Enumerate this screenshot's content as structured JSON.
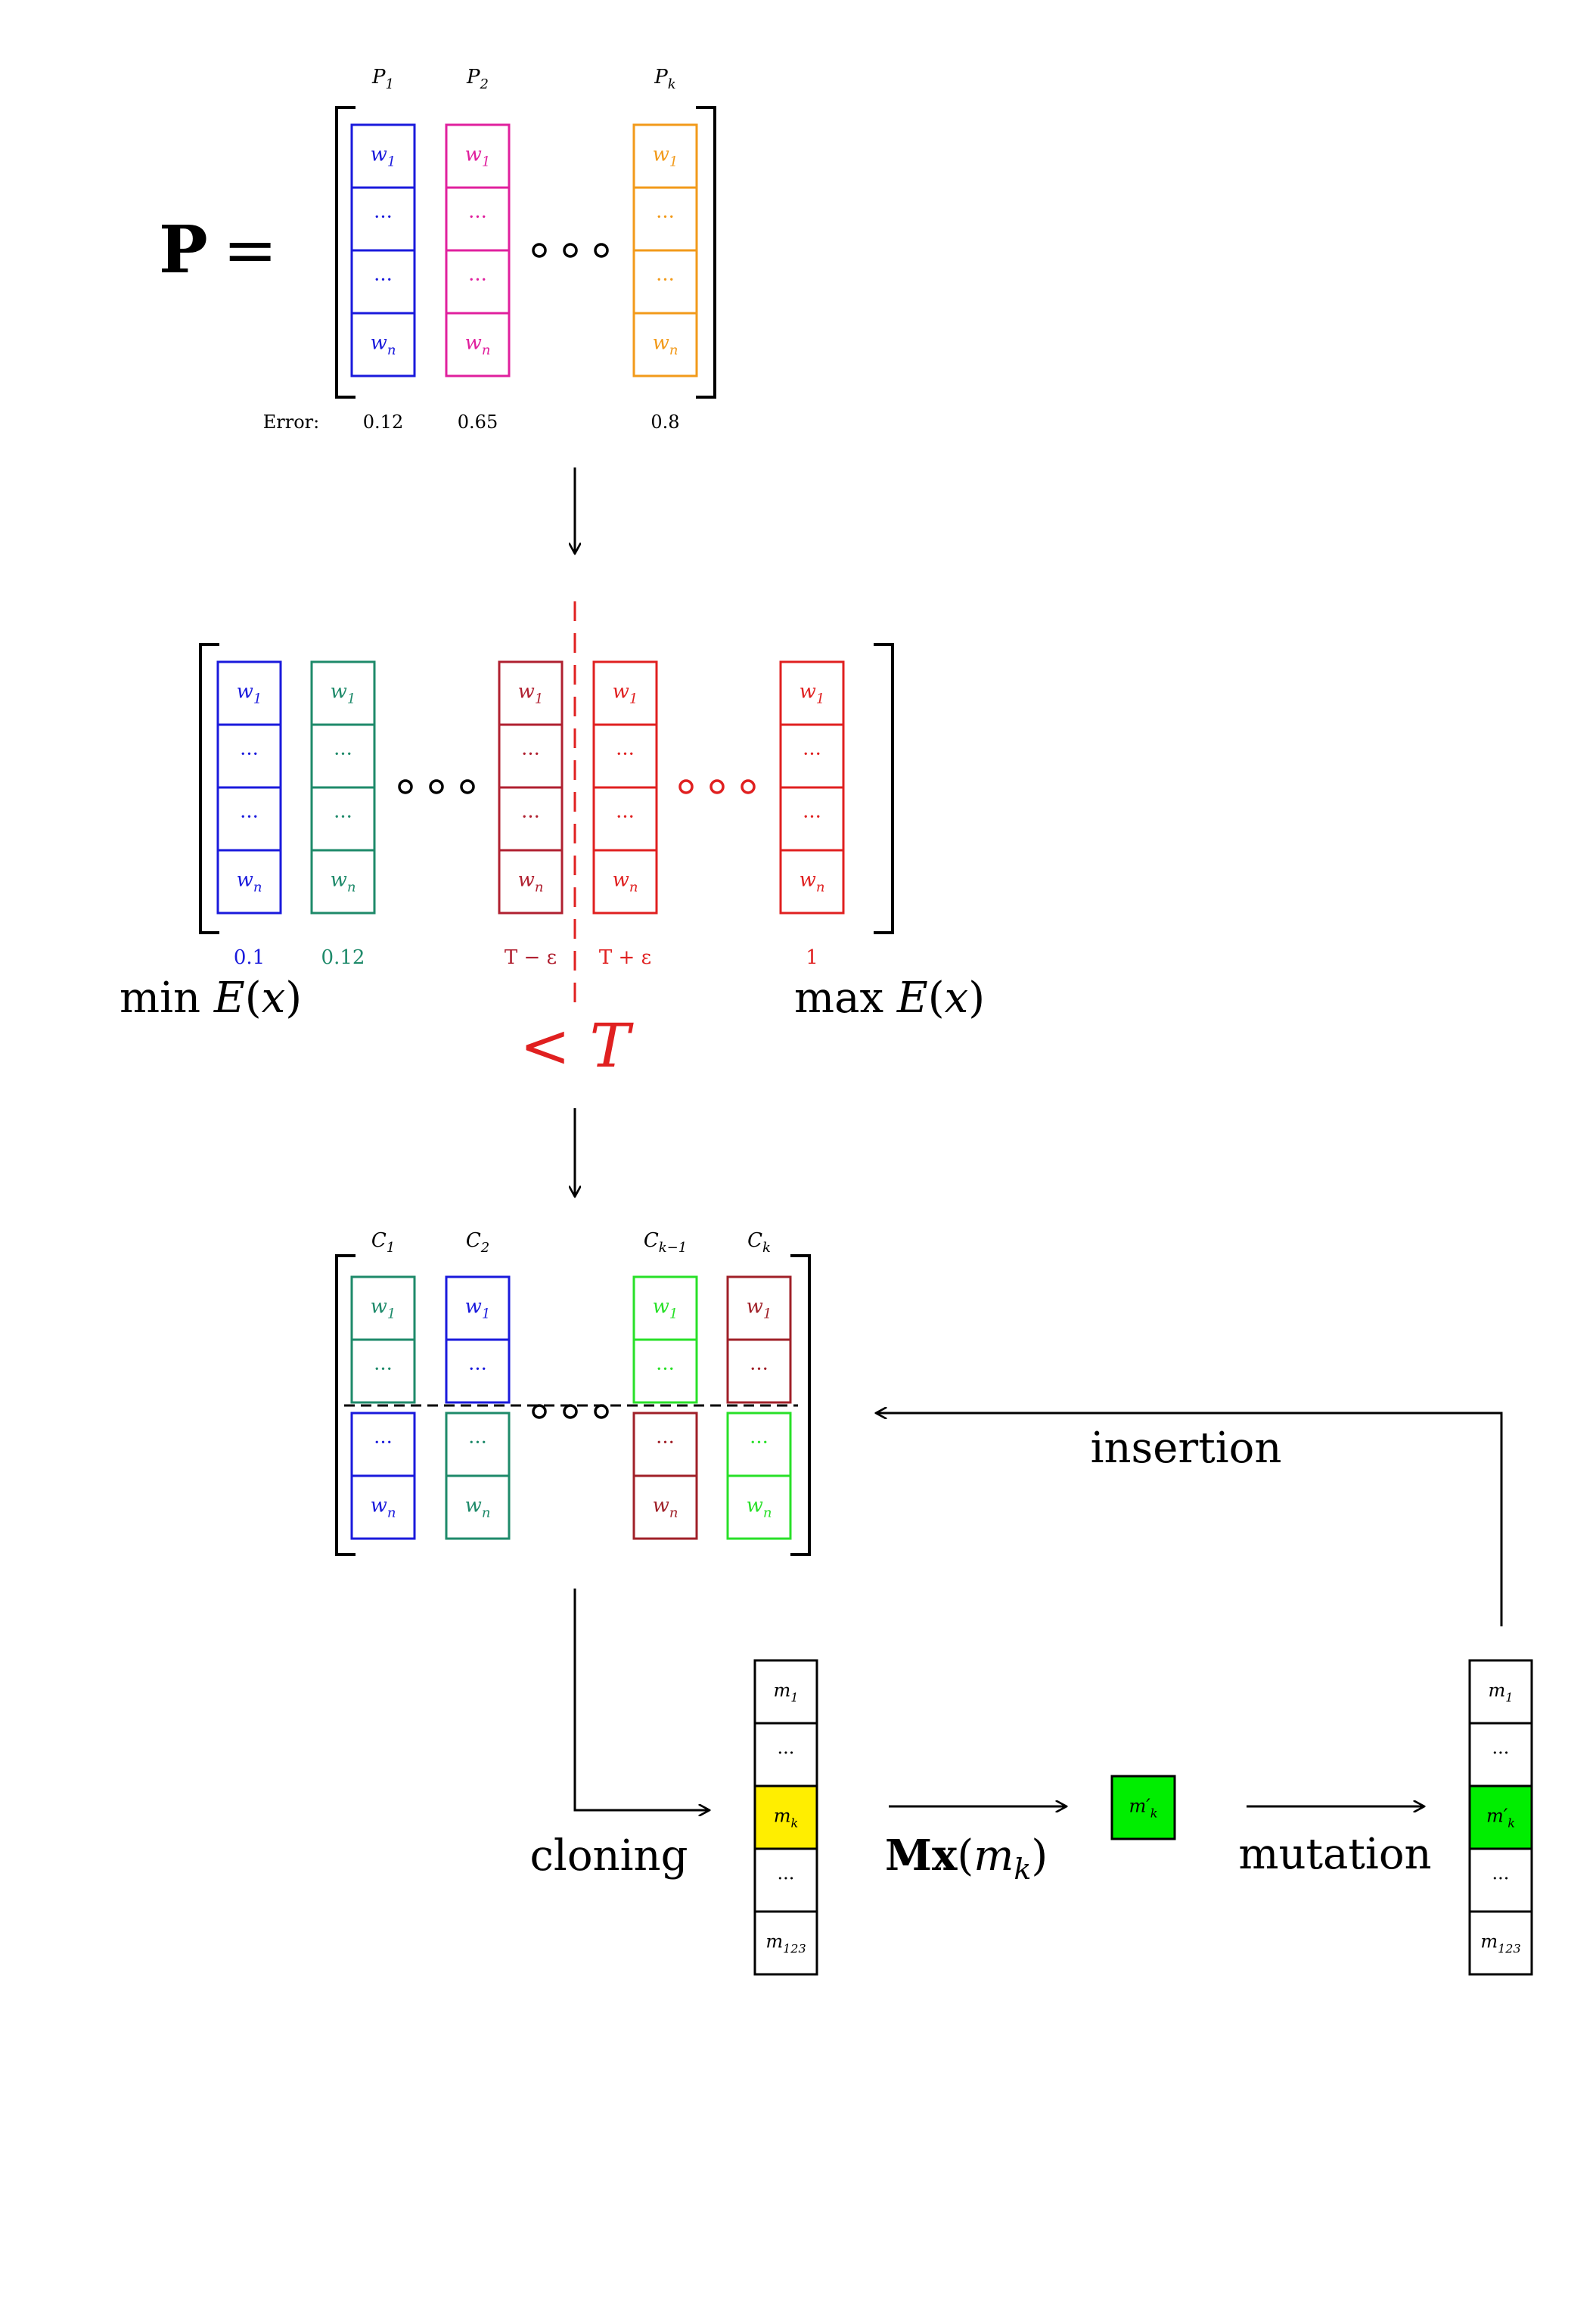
{
  "population": {
    "lhs": "P =",
    "columns": [
      {
        "label": "P",
        "label_sub": "1",
        "color": "#1a1adc",
        "cells": [
          {
            "t": "w",
            "s": "1"
          },
          {
            "t": "···"
          },
          {
            "t": "···"
          },
          {
            "t": "w",
            "s": "n"
          }
        ],
        "error": "0.12"
      },
      {
        "label": "P",
        "label_sub": "2",
        "color": "#e0209e",
        "cells": [
          {
            "t": "w",
            "s": "1"
          },
          {
            "t": "···"
          },
          {
            "t": "···"
          },
          {
            "t": "w",
            "s": "n"
          }
        ],
        "error": "0.65"
      },
      {
        "label": "P",
        "label_sub": "k",
        "color": "#f29a1a",
        "cells": [
          {
            "t": "w",
            "s": "1"
          },
          {
            "t": "···"
          },
          {
            "t": "···"
          },
          {
            "t": "w",
            "s": "n"
          }
        ],
        "error": "0.8"
      }
    ],
    "error_label": "Error:"
  },
  "sorted": {
    "columns": [
      {
        "color": "#1a1adc",
        "cells": [
          {
            "t": "w",
            "s": "1"
          },
          {
            "t": "···"
          },
          {
            "t": "···"
          },
          {
            "t": "w",
            "s": "n"
          }
        ],
        "value": "0.1"
      },
      {
        "color": "#1e8a6a",
        "cells": [
          {
            "t": "w",
            "s": "1"
          },
          {
            "t": "···"
          },
          {
            "t": "···"
          },
          {
            "t": "w",
            "s": "n"
          }
        ],
        "value": "0.12"
      },
      {
        "color": "#b02030",
        "cells": [
          {
            "t": "w",
            "s": "1"
          },
          {
            "t": "···"
          },
          {
            "t": "···"
          },
          {
            "t": "w",
            "s": "n"
          }
        ],
        "value": "T − ε"
      },
      {
        "color": "#e02020",
        "cells": [
          {
            "t": "w",
            "s": "1"
          },
          {
            "t": "···"
          },
          {
            "t": "···"
          },
          {
            "t": "w",
            "s": "n"
          }
        ],
        "value": "T + ε"
      },
      {
        "color": "#e02020",
        "cells": [
          {
            "t": "w",
            "s": "1"
          },
          {
            "t": "···"
          },
          {
            "t": "···"
          },
          {
            "t": "w",
            "s": "n"
          }
        ],
        "value": "1"
      }
    ],
    "min_label": "min E(x)",
    "max_label": "max E(x)",
    "threshold_label": "< T",
    "threshold_color": "#e02020"
  },
  "crossover": {
    "columns": [
      {
        "label": "C",
        "label_sub": "1",
        "top_color": "#1e8a6a",
        "bottom_color": "#1a1adc",
        "cells": [
          {
            "t": "w",
            "s": "1"
          },
          {
            "t": "···"
          },
          {
            "t": "···"
          },
          {
            "t": "w",
            "s": "n"
          }
        ]
      },
      {
        "label": "C",
        "label_sub": "2",
        "top_color": "#1a1adc",
        "bottom_color": "#1e8a6a",
        "cells": [
          {
            "t": "w",
            "s": "1"
          },
          {
            "t": "···"
          },
          {
            "t": "···"
          },
          {
            "t": "w",
            "s": "n"
          }
        ]
      },
      {
        "label": "C",
        "label_sub": "k−1",
        "top_color": "#28e028",
        "bottom_color": "#a02028",
        "cells": [
          {
            "t": "w",
            "s": "1"
          },
          {
            "t": "···"
          },
          {
            "t": "···"
          },
          {
            "t": "w",
            "s": "n"
          }
        ]
      },
      {
        "label": "C",
        "label_sub": "k",
        "top_color": "#a02028",
        "bottom_color": "#28e028",
        "cells": [
          {
            "t": "w",
            "s": "1"
          },
          {
            "t": "···"
          },
          {
            "t": "···"
          },
          {
            "t": "w",
            "s": "n"
          }
        ]
      }
    ]
  },
  "mutation": {
    "cloning_label": "cloning",
    "operator_label": "Mx(m",
    "operator_sub": "k",
    "mutation_label": "mutation",
    "insertion_label": "insertion",
    "clone_cells": [
      {
        "t": "m",
        "s": "1"
      },
      {
        "t": "···"
      },
      {
        "t": "m",
        "s": "k",
        "hl": "#ffee00"
      },
      {
        "t": "···"
      },
      {
        "t": "m",
        "s": "123"
      }
    ],
    "mutant_gene": {
      "t": "m′",
      "s": "k",
      "hl": "#00ee00"
    },
    "mutant_cells": [
      {
        "t": "m",
        "s": "1"
      },
      {
        "t": "···"
      },
      {
        "t": "m′",
        "s": "k",
        "hl": "#00ee00"
      },
      {
        "t": "···"
      },
      {
        "t": "m",
        "s": "123"
      }
    ]
  }
}
